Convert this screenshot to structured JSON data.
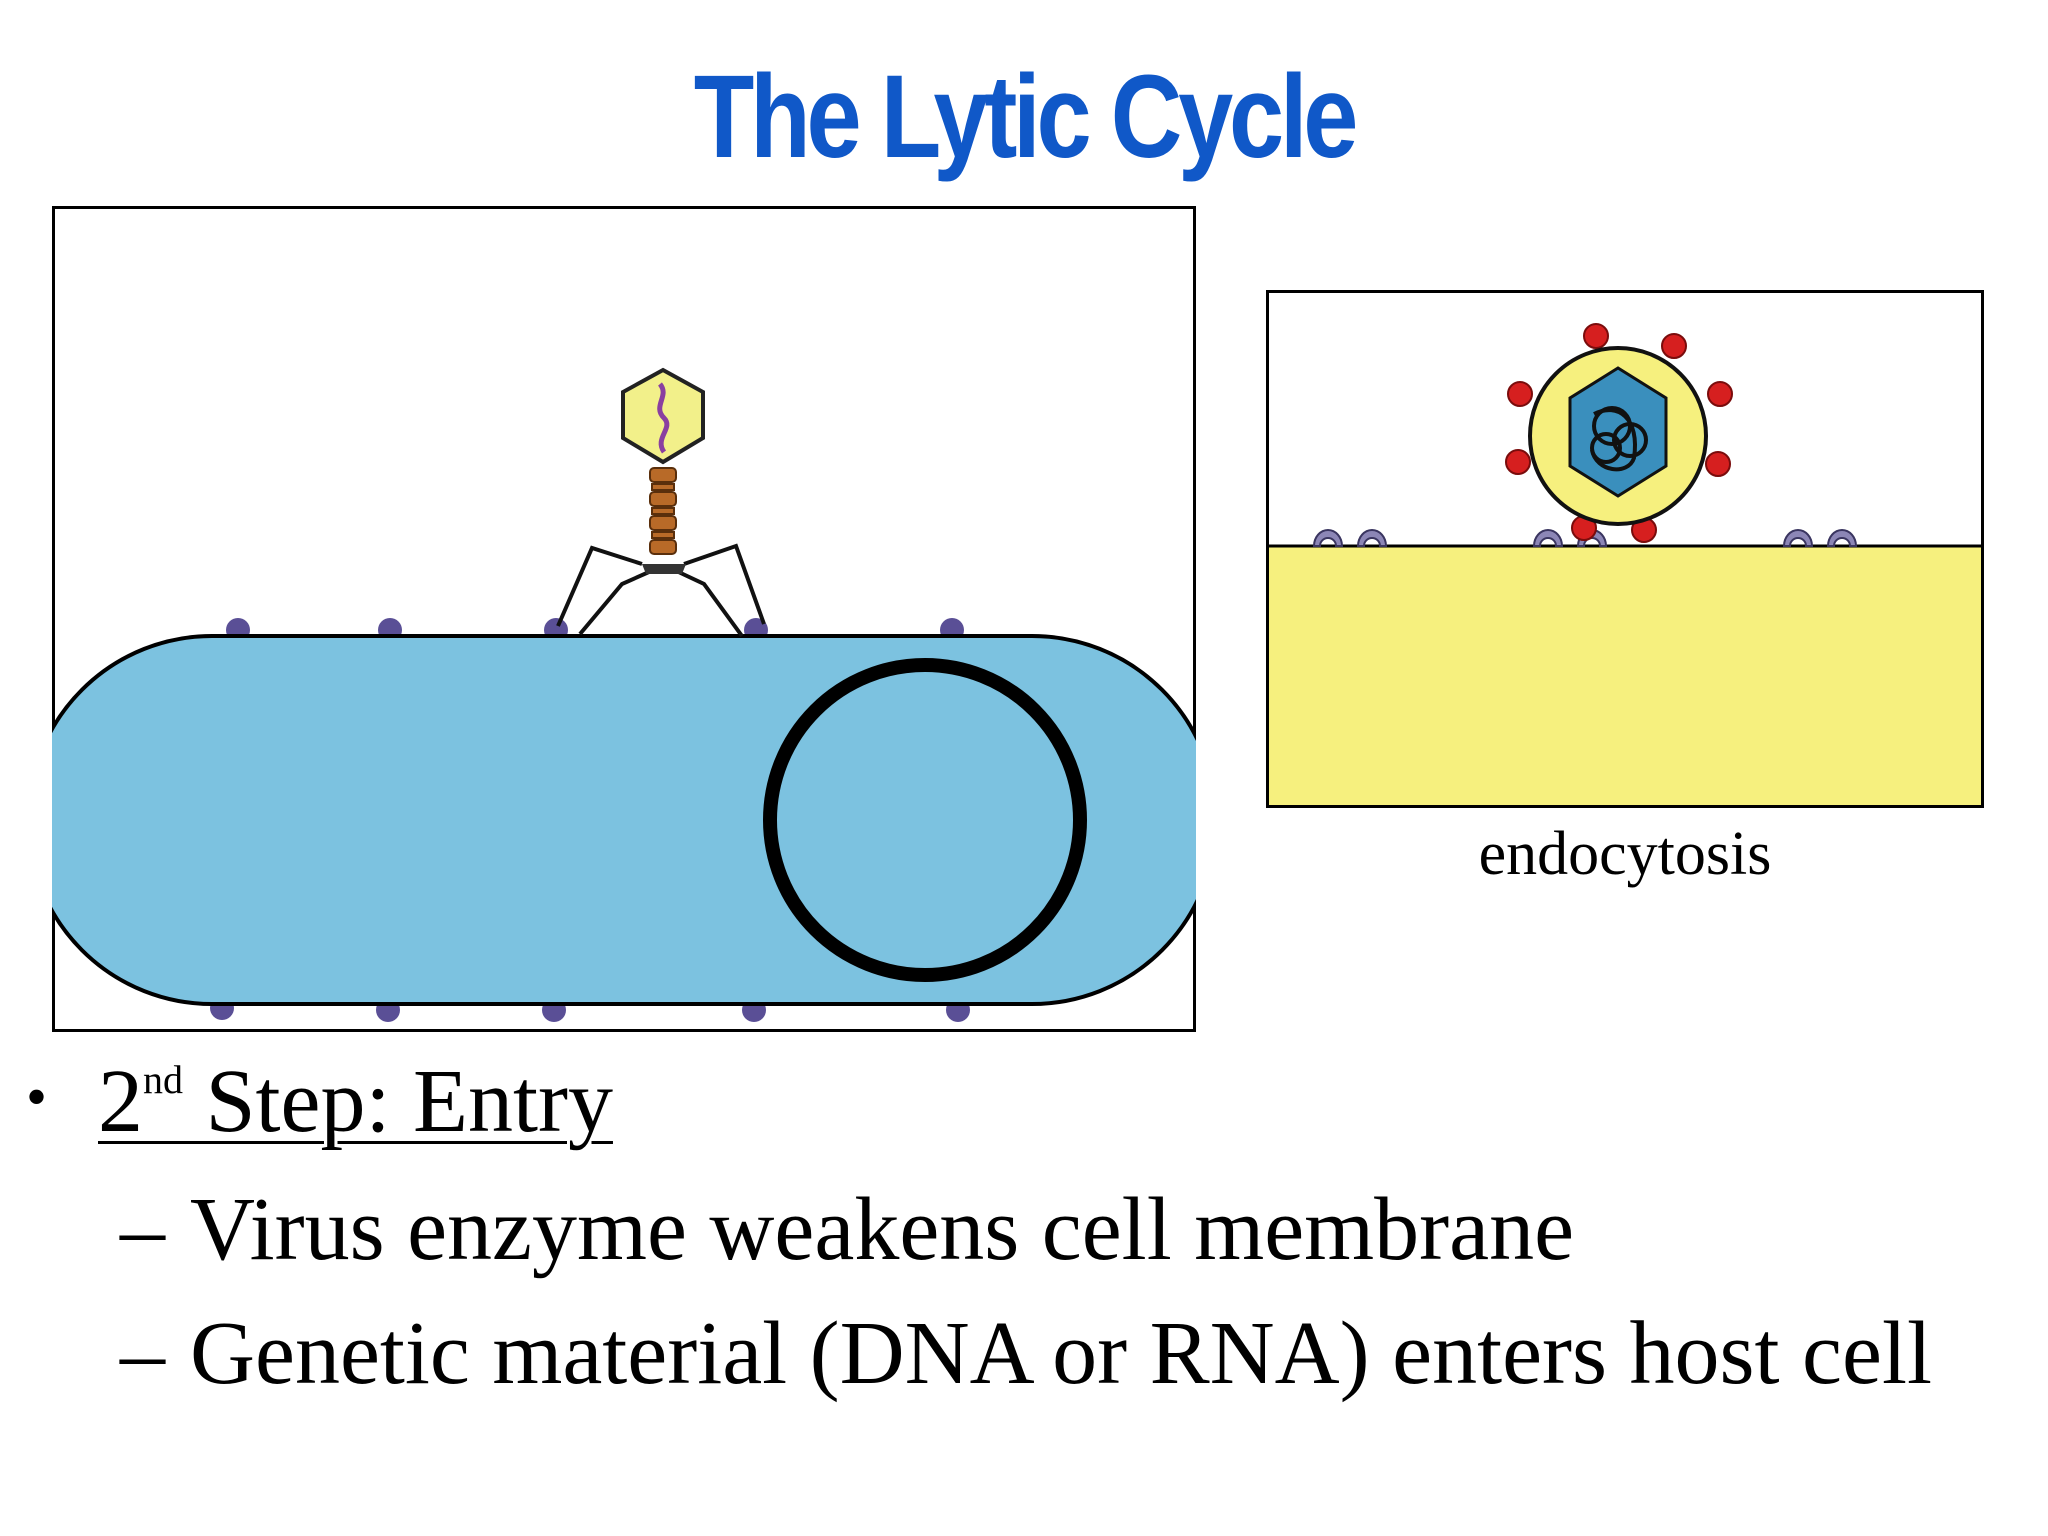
{
  "slide": {
    "title": "The Lytic Cycle",
    "title_color": "#1058c8"
  },
  "figures": {
    "phage_panel": {
      "cell_color": "#7cc2e0",
      "receptor_color": "#5a4f96",
      "capsid_color": "#f2f08a"
    },
    "endocytosis_panel": {
      "caption": "endocytosis",
      "membrane_color": "#f6f07e",
      "spike_color": "#d61f1f",
      "receptor_color": "#8c86b6"
    }
  },
  "bullets": {
    "symbol": "•",
    "step_number": "2",
    "step_ordinal": "nd",
    "step_label": " Step: Entry",
    "sub_marker": "–",
    "sub_items": [
      "Virus enzyme weakens cell membrane",
      "Genetic material (DNA or RNA) enters host cell"
    ]
  }
}
